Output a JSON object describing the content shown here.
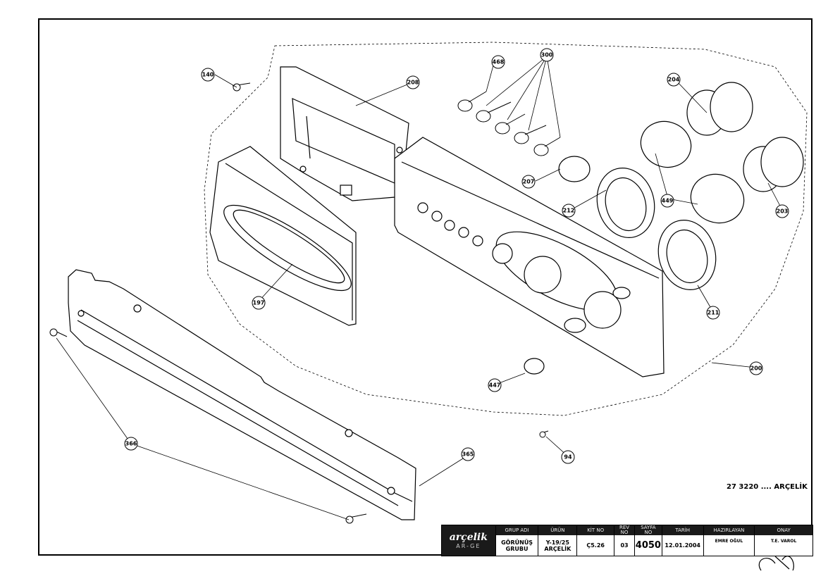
{
  "part_number": "27 3220 .... ARÇELİK",
  "callouts": [
    {
      "id": "c140",
      "label": "140"
    },
    {
      "id": "c208",
      "label": "208"
    },
    {
      "id": "c468",
      "label": "468"
    },
    {
      "id": "c300",
      "label": "300"
    },
    {
      "id": "c204",
      "label": "204"
    },
    {
      "id": "c207",
      "label": "207"
    },
    {
      "id": "c212",
      "label": "212"
    },
    {
      "id": "c449",
      "label": "449"
    },
    {
      "id": "c203",
      "label": "203"
    },
    {
      "id": "c211",
      "label": "211"
    },
    {
      "id": "c197",
      "label": "197"
    },
    {
      "id": "c200",
      "label": "200"
    },
    {
      "id": "c447",
      "label": "447"
    },
    {
      "id": "c366",
      "label": "366"
    },
    {
      "id": "c365",
      "label": "365"
    },
    {
      "id": "c94",
      "label": "94"
    }
  ],
  "title_block": {
    "brand": "arçelik",
    "dept": "AR-GE",
    "headers": {
      "group": "GRUP ADI",
      "product": "ÜRÜN",
      "kit": "KİT NO",
      "rev": "REV\nNO",
      "page": "SAYFA\nNO",
      "date": "TARİH",
      "prepared": "HAZIRLAYAN",
      "approval": "ONAY"
    },
    "values": {
      "group": "GÖRÜNÜŞ\nGRUBU",
      "product": "Y-19/25\nARÇELİK",
      "kit": "Ç5.26",
      "rev": "03",
      "page": "4050",
      "date": "12.01.2004",
      "prepared": "EMRE OĞUL",
      "approval": "T.E. VAROL"
    }
  }
}
